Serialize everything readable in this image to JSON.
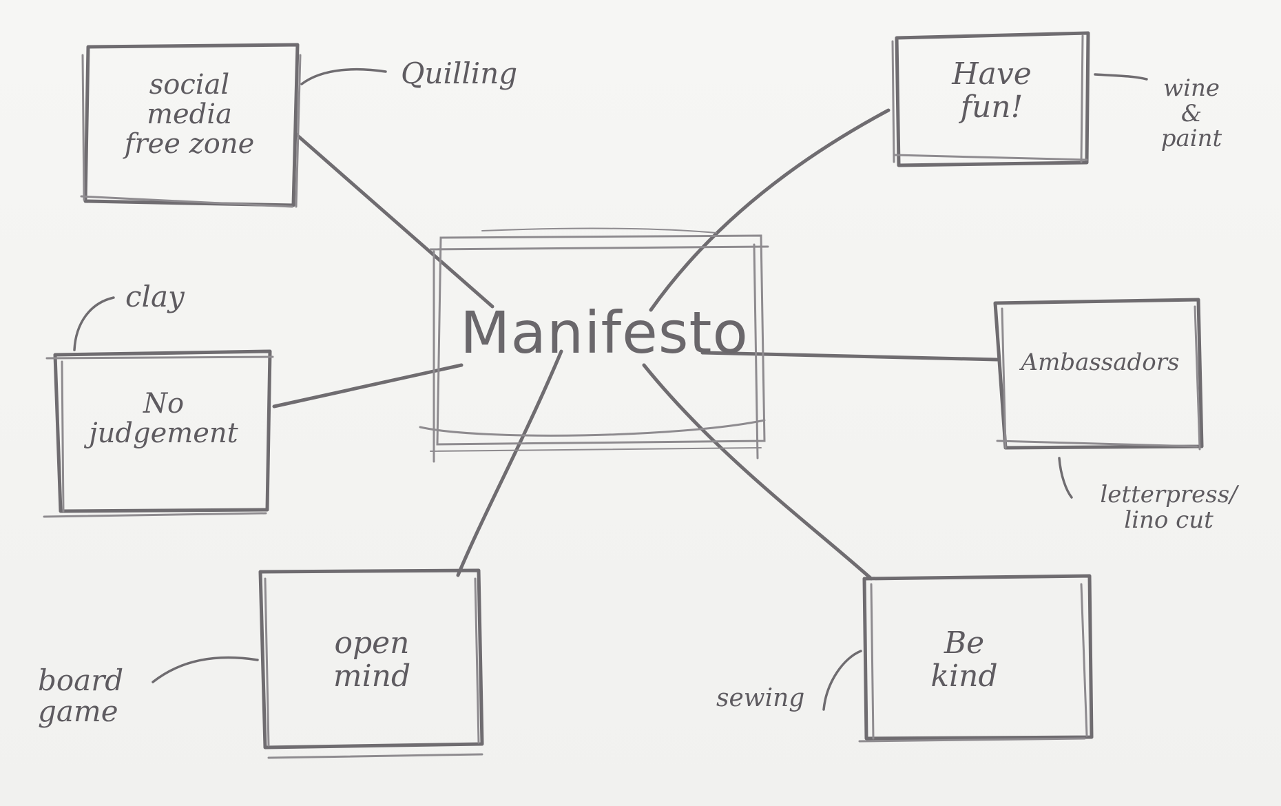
{
  "center": {
    "label": "Manifesto"
  },
  "boxes": {
    "social_media": "social\nmedia\nfree zone",
    "have_fun": "Have\nfun!",
    "no_judgement": "No\njudgement",
    "ambassadors": "Ambassadors",
    "open_mind": "open\nmind",
    "be_kind": "Be\nkind"
  },
  "notes": {
    "quilling": "Quilling",
    "wine_paint": "wine\n&\npaint",
    "clay": "clay",
    "letterpress": "letterpress/\nlino cut",
    "board_game": "board\ngame",
    "sewing": "sewing"
  },
  "colors": {
    "ink": "#6f6c70",
    "paper": "#f4f4f2"
  }
}
